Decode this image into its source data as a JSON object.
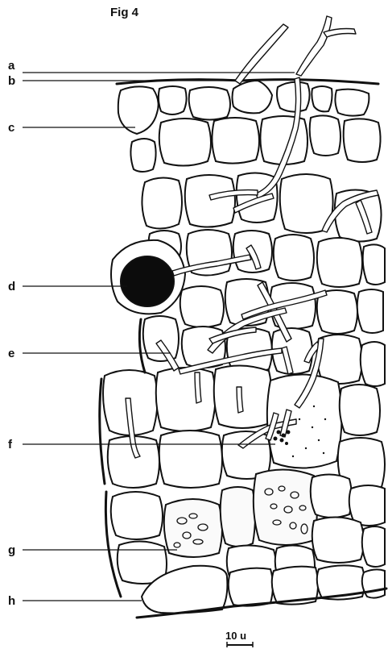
{
  "figure": {
    "title": "Fig 4",
    "scale_bar_label": "10 u"
  },
  "labels": [
    "a",
    "b",
    "c",
    "d",
    "e",
    "f",
    "g",
    "h"
  ]
}
